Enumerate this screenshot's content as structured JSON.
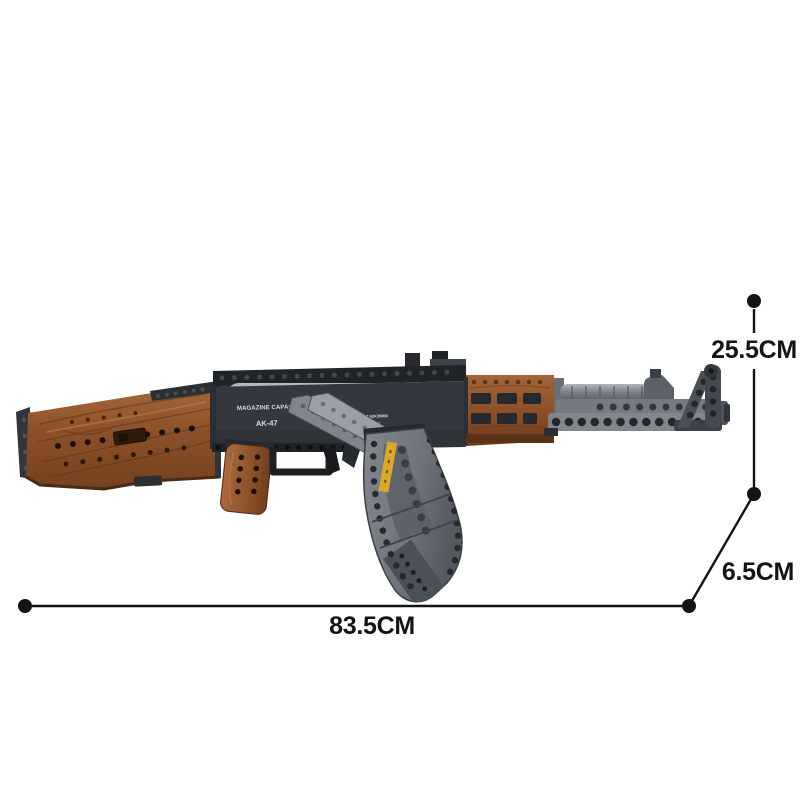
{
  "scene": {
    "background": "#ffffff",
    "subject": "Brick-built AK-47 rifle construction model, side view, product dimension diagram"
  },
  "model": {
    "markings": {
      "capacity": "MAGAZINE CAPACITY 30 ROUNDS",
      "name": "AK-47",
      "spec_line1": "CAL 7.62X39MM",
      "spec_line2": "7.62X39MM"
    },
    "colors": {
      "wood": "#8f5530",
      "wood_dark": "#6e3d1d",
      "wood_light": "#b97a47",
      "black_parts": "#23262a",
      "receiver_gray": "#34383e",
      "top_cover_gray": "#a9aeb4",
      "barrel_gray": "#82878d",
      "magazine_gray": "#767b81",
      "accent_yellow": "#d9a92c"
    }
  },
  "dimensions": {
    "annotation_color": "#141414",
    "height_label": "25.5CM",
    "drop_label": "6.5CM",
    "length_label": "83.5CM"
  }
}
